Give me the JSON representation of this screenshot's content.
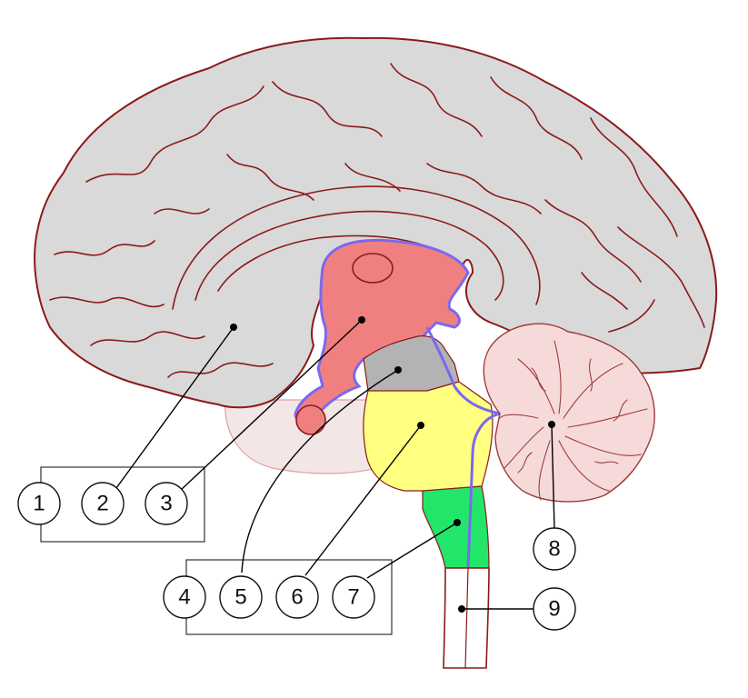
{
  "labels": [
    {
      "id": "1",
      "text": "1"
    },
    {
      "id": "2",
      "text": "2"
    },
    {
      "id": "3",
      "text": "3"
    },
    {
      "id": "4",
      "text": "4"
    },
    {
      "id": "5",
      "text": "5"
    },
    {
      "id": "6",
      "text": "6"
    },
    {
      "id": "7",
      "text": "7"
    },
    {
      "id": "8",
      "text": "8"
    },
    {
      "id": "9",
      "text": "9"
    }
  ],
  "colors": {
    "cortex": "#d9d9d9",
    "outline": "#8b1a1a",
    "diencephalon": "#f08080",
    "ventricle_edge": "#7b68ee",
    "midbrain": "#b3b3b3",
    "pons": "#ffff80",
    "medulla": "#22e66a",
    "cerebellum": "#f6dada",
    "underlay": "#f3e6e6"
  }
}
